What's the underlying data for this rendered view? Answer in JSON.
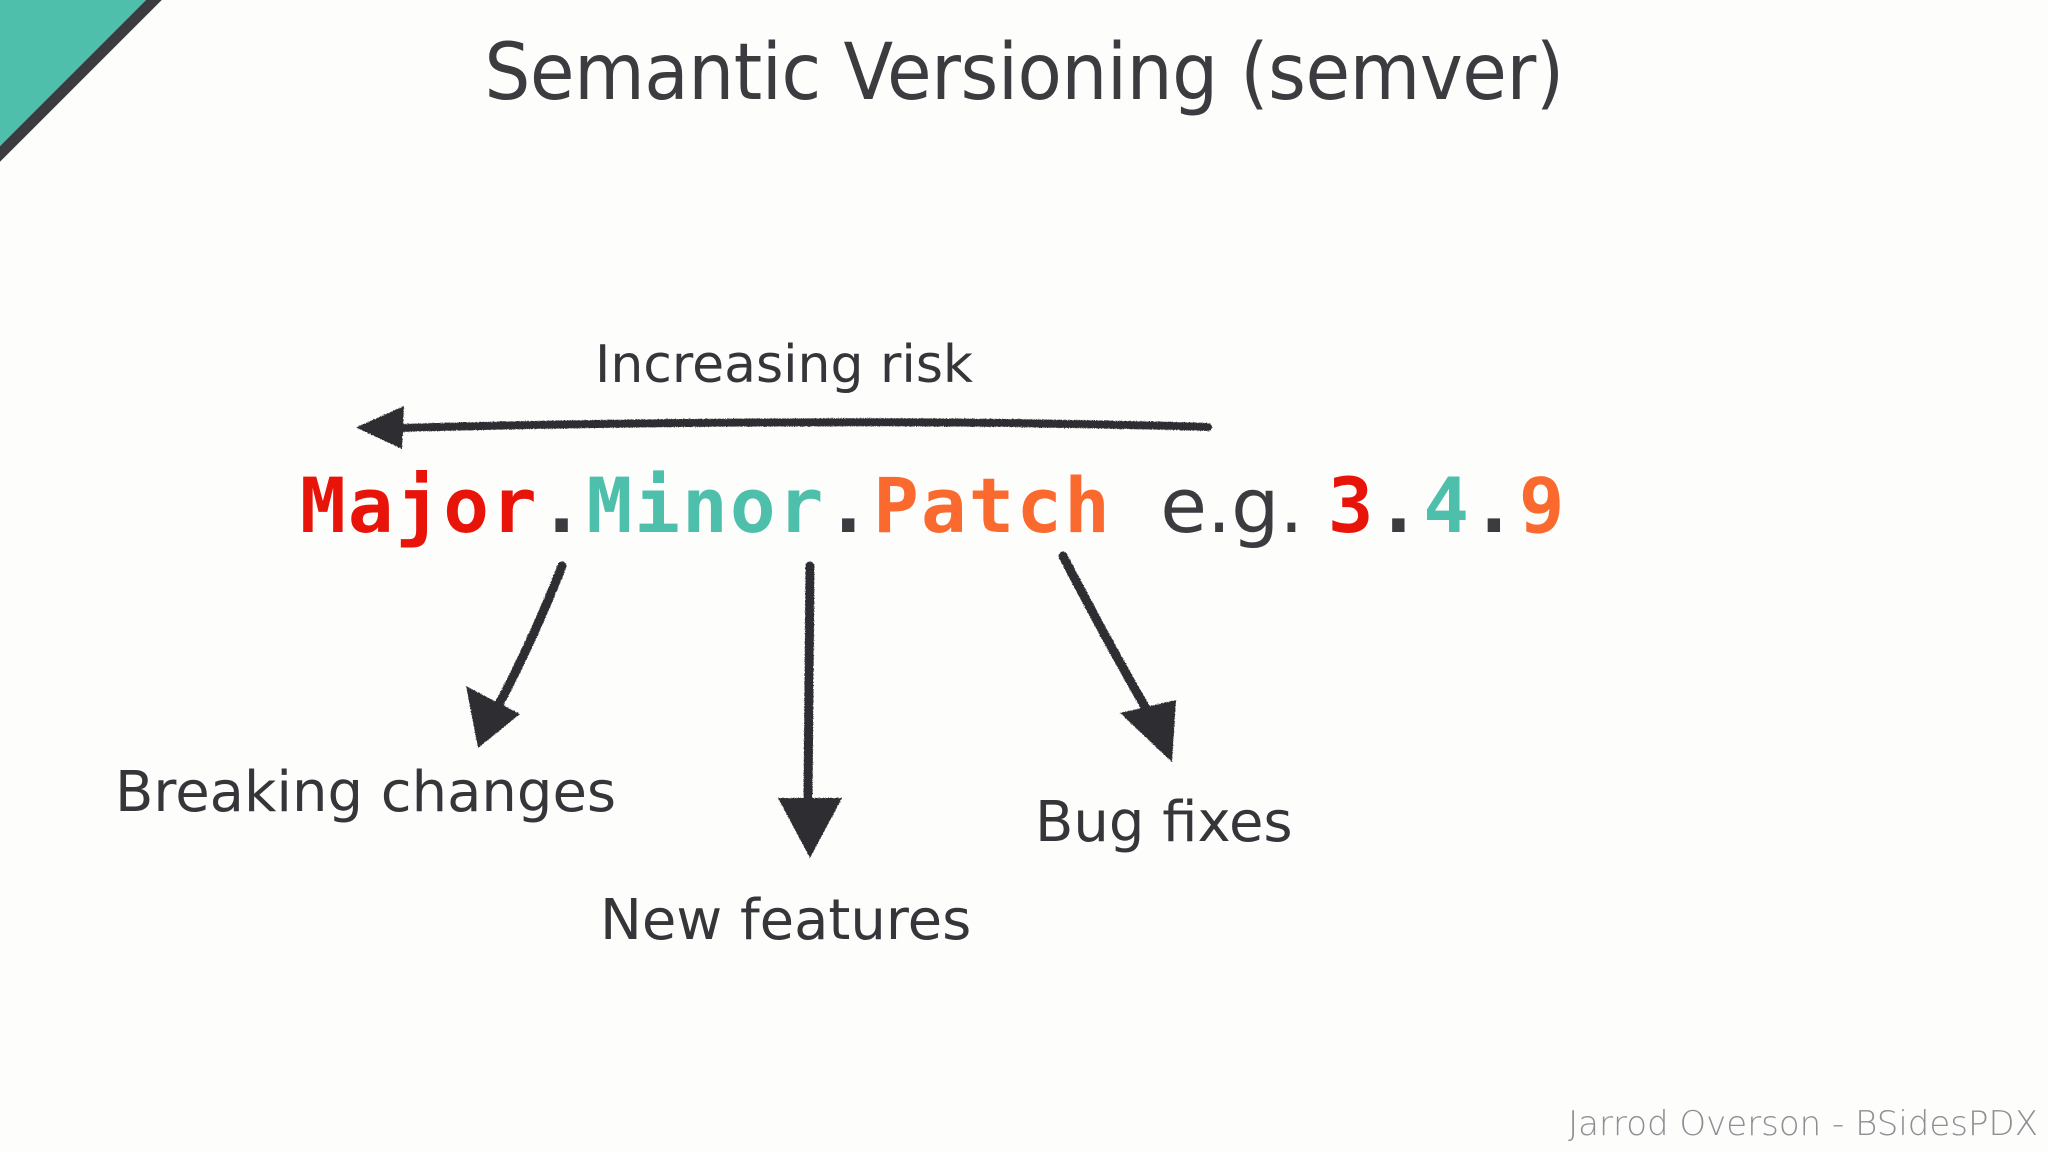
{
  "slide": {
    "title": "Semantic Versioning (semver)",
    "background_color": "#fdfdfc"
  },
  "corner": {
    "name": "corner-triangle-decoration",
    "fill_color": "#4dbfaa",
    "edge_color": "#3b3b40"
  },
  "risk_axis": {
    "label": "Increasing risk",
    "arrow_direction": "left",
    "line_color": "#2f2f33"
  },
  "semver": {
    "major": "Major",
    "minor": "Minor",
    "patch": "Patch",
    "dot1": ".",
    "dot2": ".",
    "eg_label": "e.g.",
    "example_major": "3",
    "example_dot1": ".",
    "example_minor": "4",
    "example_dot2": ".",
    "example_patch": "9",
    "colors": {
      "major": "#e8140a",
      "minor": "#4dbfaa",
      "patch": "#fa6a2e",
      "dot": "#3b3b40",
      "eg": "#3b3b40"
    }
  },
  "annotations": [
    {
      "label": "Breaking changes",
      "points_to": "major"
    },
    {
      "label": "New features",
      "points_to": "minor"
    },
    {
      "label": "Bug fixes",
      "points_to": "patch"
    }
  ],
  "footer": {
    "credit": "Jarrod Overson - BSidesPDX"
  }
}
